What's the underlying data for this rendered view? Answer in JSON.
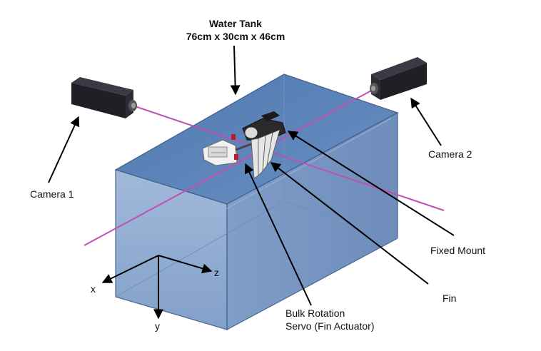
{
  "labels": {
    "water_tank_title": "Water Tank",
    "water_tank_dims": "76cm x 30cm x 46cm",
    "camera_1": "Camera 1",
    "camera_2": "Camera 2",
    "fixed_mount": "Fixed Mount",
    "fin": "Fin",
    "servo_line1": "Bulk Rotation",
    "servo_line2": "Servo (Fin Actuator)"
  },
  "axes": {
    "x": "x",
    "y": "y",
    "z": "z"
  },
  "colors": {
    "tank_top": "#5f86b8",
    "tank_front": "#8aa8cf",
    "tank_side": "#7294c2",
    "tank_edge": "#3f5f8c",
    "laser": "#c04fb2",
    "camera_body": "#1f1f26",
    "arrow": "#000000"
  }
}
